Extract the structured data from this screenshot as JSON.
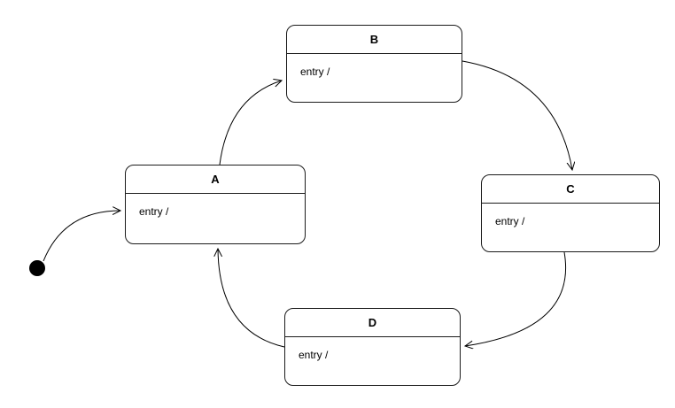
{
  "diagram": {
    "type": "uml-state-machine",
    "colors": {
      "stroke": "#000000",
      "fill": "#ffffff"
    },
    "states": [
      {
        "id": "A",
        "title": "A",
        "entry_label": "entry /"
      },
      {
        "id": "B",
        "title": "B",
        "entry_label": "entry /"
      },
      {
        "id": "C",
        "title": "C",
        "entry_label": "entry /"
      },
      {
        "id": "D",
        "title": "D",
        "entry_label": "entry /"
      }
    ],
    "initial_state": {
      "name": "initial",
      "target": "A"
    },
    "transitions": [
      {
        "from": "initial",
        "to": "A",
        "label": ""
      },
      {
        "from": "A",
        "to": "B",
        "label": ""
      },
      {
        "from": "B",
        "to": "C",
        "label": ""
      },
      {
        "from": "C",
        "to": "D",
        "label": ""
      },
      {
        "from": "D",
        "to": "A",
        "label": ""
      }
    ]
  }
}
